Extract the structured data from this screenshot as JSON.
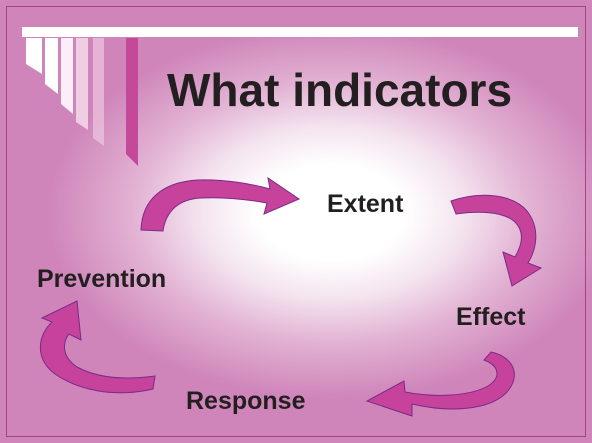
{
  "slide": {
    "title": "What indicators"
  },
  "cycle": {
    "stages": [
      {
        "label": "Extent"
      },
      {
        "label": "Effect"
      },
      {
        "label": "Response"
      },
      {
        "label": "Prevention"
      }
    ]
  },
  "colors": {
    "background": "#cf7fb6",
    "arrow": "#c7439b",
    "arrow_edge": "#7a2a8a",
    "text": "#231f20"
  }
}
